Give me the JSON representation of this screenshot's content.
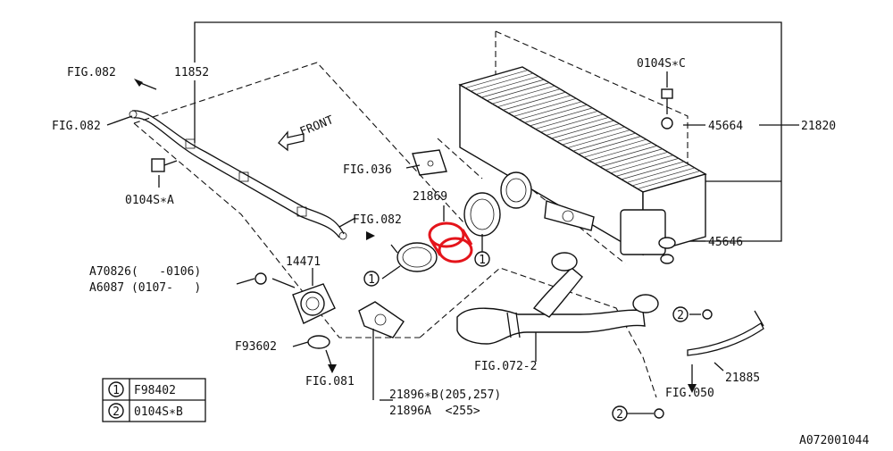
{
  "colors": {
    "line": "#111111",
    "highlight": "#e4141b",
    "background": "#ffffff"
  },
  "labels": {
    "fig082_a": "FIG.082",
    "p11852": "11852",
    "fig082_b": "FIG.082",
    "fig082_c": "FIG.082",
    "bolt_0104sa": "0104S∗A",
    "front": "FRONT",
    "fig036": "FIG.036",
    "p21869": "21869",
    "bolt_0104sc": "0104S∗C",
    "p45664": "45664",
    "p21820": "21820",
    "p45646": "45646",
    "p14471": "14471",
    "a70826": "A70826(   -0106)",
    "a6087": "A6087 (0107-   )",
    "f93602": "F93602",
    "fig081": "FIG.081",
    "fig072_2": "FIG.072-2",
    "p21896b": "21896∗B(205,257)",
    "p21896a": "21896A  <255>",
    "p21885": "21885",
    "fig050": "FIG.050",
    "diagram_code": "A072001044",
    "callout_1": "1",
    "callout_2": "2"
  },
  "legend": [
    {
      "num": "1",
      "part": "F98402"
    },
    {
      "num": "2",
      "part": "0104S∗B"
    }
  ]
}
